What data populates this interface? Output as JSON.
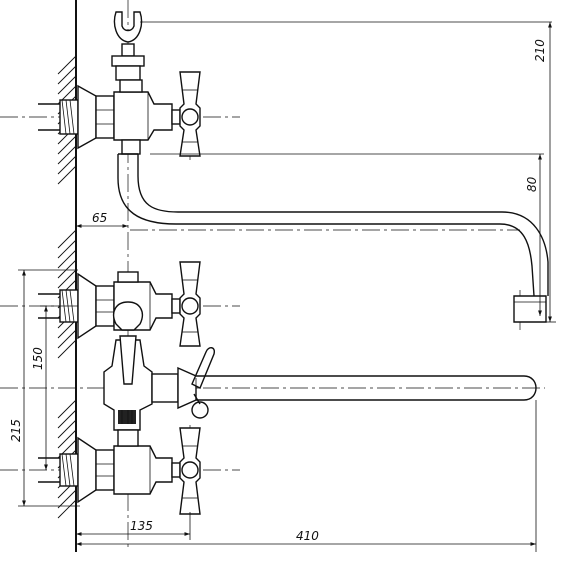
{
  "drawing": {
    "dimensions": {
      "height_top": "210",
      "spout_drop": "80",
      "wall_offset": "65",
      "inlet_spacing_upper": "150",
      "inlet_spacing_total": "215",
      "body_offset": "135",
      "spout_reach": "410"
    }
  }
}
